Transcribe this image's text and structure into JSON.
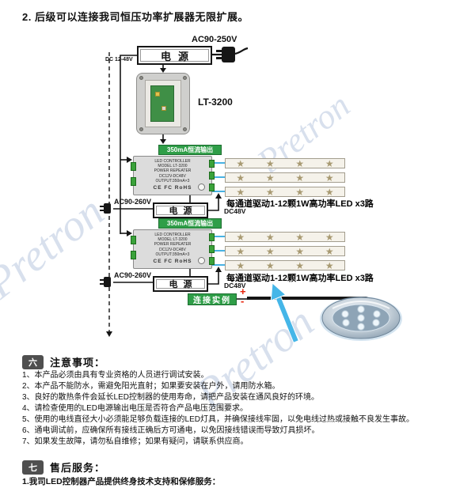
{
  "watermark": "Pretron",
  "heading": "2. 后级可以连接我司恒压功率扩展器无限扩展。",
  "icons": {
    "star": "★"
  },
  "diagram": {
    "top": {
      "ac_label": "AC90-250V",
      "power_label": "电源",
      "dc_label": "DC 12-48V",
      "device_label": "LT-3200"
    },
    "module": {
      "output_tab": "350mA恒流输出",
      "controller_lines": [
        "LED CONTROLLER",
        "MODEL:LT-3200",
        "POWER REPEATER",
        "DC12V-DC48V",
        "OUTPUT:350mA×3"
      ],
      "cert_label": "CE FC RoHS",
      "ac_label": "AC90-260V",
      "power_label": "电源",
      "dc_label": "DC48V",
      "channel_text": "每通道驱动1-12颗1W高功率LED  x3路"
    },
    "example_label": "连接实例",
    "plus_label": "+",
    "minus_label": "-"
  },
  "notes": {
    "badge": "六",
    "title": "注意事项：",
    "items": [
      "1、本产品必须由具有专业资格的人员进行调试安装。",
      "2、本产品不能防水，需避免阳光直射；如果要安装在户外，请用防水箱。",
      "3、良好的散热条件会延长LED控制器的使用寿命，请把产品安装在通风良好的环境。",
      "4、请检查使用的LED电源输出电压是否符合产品电压范围要求。",
      "5、使用的电线直径大小必须能足够负载连接的LED灯具，并确保接线牢固，以免电线过热或接触不良发生事故。",
      "6、通电调试前，应确保所有接线正确后方可通电，以免因接线错误而导致灯具损坏。",
      "7、如果发生故障，请勿私自维修；如果有疑问，请联系供应商。"
    ]
  },
  "service": {
    "badge": "七",
    "title": "售后服务：",
    "line1": "1.我司LED控制器产品提供终身技术支持和保修服务："
  }
}
